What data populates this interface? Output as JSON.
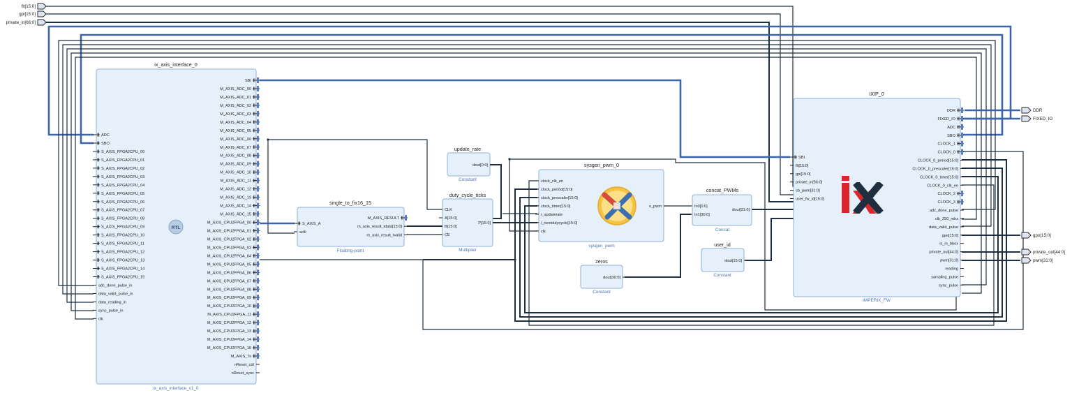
{
  "ext_inputs": [
    "flt[15:0]",
    "gpi[15:0]",
    "private_in[66:0]"
  ],
  "ext_outputs": [
    "DDR",
    "FIXED_IO",
    "gpo[15:0]",
    "private_out[44:0]",
    "pwm[31:0]"
  ],
  "blocks": {
    "axis_iface": {
      "title": "ix_axis_interface_0",
      "subtitle": "ix_axis_interface_v1_0",
      "logo": "RTL",
      "left_ports": [
        "ADC",
        "SBO",
        "S_AXIS_FPGA2CPU_00",
        "S_AXIS_FPGA2CPU_01",
        "S_AXIS_FPGA2CPU_02",
        "S_AXIS_FPGA2CPU_03",
        "S_AXIS_FPGA2CPU_04",
        "S_AXIS_FPGA2CPU_05",
        "S_AXIS_FPGA2CPU_06",
        "S_AXIS_FPGA2CPU_07",
        "S_AXIS_FPGA2CPU_08",
        "S_AXIS_FPGA2CPU_09",
        "S_AXIS_FPGA2CPU_10",
        "S_AXIS_FPGA2CPU_11",
        "S_AXIS_FPGA2CPU_12",
        "S_AXIS_FPGA2CPU_13",
        "S_AXIS_FPGA2CPU_14",
        "S_AXIS_FPGA2CPU_15",
        "adc_done_pulse_in",
        "data_valid_pulse_in",
        "data_reading_in",
        "sync_pulse_in",
        "clk"
      ],
      "right_ports": [
        "SBI",
        "M_AXIS_ADC_00",
        "M_AXIS_ADC_01",
        "M_AXIS_ADC_02",
        "M_AXIS_ADC_03",
        "M_AXIS_ADC_04",
        "M_AXIS_ADC_05",
        "M_AXIS_ADC_06",
        "M_AXIS_ADC_07",
        "M_AXIS_ADC_08",
        "M_AXIS_ADC_09",
        "M_AXIS_ADC_10",
        "M_AXIS_ADC_11",
        "M_AXIS_ADC_12",
        "M_AXIS_ADC_13",
        "M_AXIS_ADC_14",
        "M_AXIS_ADC_15",
        "M_AXIS_CPU2FPGA_00",
        "M_AXIS_CPU2FPGA_01",
        "M_AXIS_CPU2FPGA_02",
        "M_AXIS_CPU2FPGA_03",
        "M_AXIS_CPU2FPGA_04",
        "M_AXIS_CPU2FPGA_05",
        "M_AXIS_CPU2FPGA_06",
        "M_AXIS_CPU2FPGA_07",
        "M_AXIS_CPU2FPGA_08",
        "M_AXIS_CPU2FPGA_09",
        "M_AXIS_CPU2FPGA_10",
        "M_AXIS_CPU2FPGA_11",
        "M_AXIS_CPU2FPGA_12",
        "M_AXIS_CPU2FPGA_13",
        "M_AXIS_CPU2FPGA_14",
        "M_AXIS_CPU2FPGA_15",
        "M_AXIS_Ts",
        "nReset_ctrl",
        "nReset_sync"
      ]
    },
    "s2f": {
      "title": "single_to_fix16_15",
      "subtitle": "Floating-point",
      "left_ports": [
        "S_AXIS_A",
        "aclk"
      ],
      "right_ports": [
        "M_AXIS_RESULT",
        "m_axis_result_tdata[15:0]",
        "m_axis_result_tvalid"
      ]
    },
    "update_rate": {
      "title": "update_rate",
      "subtitle": "Constant",
      "right_ports": [
        "dout[0:0]"
      ]
    },
    "duty": {
      "title": "duty_cycle_ticks",
      "subtitle": "Multiplier",
      "left_ports": [
        "CLK",
        "A[15:0]",
        "B[15:0]",
        "CE"
      ],
      "right_ports": [
        "P[15:0]"
      ]
    },
    "sysgen": {
      "title": "sysgen_pwm_0",
      "subtitle": "sysgen_pwm",
      "left_ports": [
        "clock_clk_en",
        "clock_period[15:0]",
        "clock_prescaler[15:0]",
        "clock_timer[15:0]",
        "i_updaterate",
        "i_nextdutycycle[15:0]",
        "clk"
      ],
      "right_ports": [
        "o_pwm"
      ]
    },
    "zeros": {
      "title": "zeros",
      "subtitle": "Constant",
      "right_ports": [
        "dout[30:0]"
      ]
    },
    "concat": {
      "title": "concat_PWMs",
      "subtitle": "Concat",
      "left_ports": [
        "In0[0:0]",
        "In1[30:0]"
      ],
      "right_ports": [
        "dout[31:0]"
      ]
    },
    "user_id": {
      "title": "user_id",
      "subtitle": "Constant",
      "right_ports": [
        "dout[15:0]"
      ]
    },
    "ixip": {
      "title": "IXIP_0",
      "subtitle": "IMPERIX_FW",
      "logo": "ix",
      "left_ports": [
        "SBI",
        "flt[15:0]",
        "gpi[15:0]",
        "private_in[66:0]",
        "sb_pwm[31:0]",
        "user_fw_id[15:0]"
      ],
      "right_ports": [
        "DDR",
        "FIXED_IO",
        "ADC",
        "SBO",
        "CLOCK_1",
        "CLOCK_0",
        "CLOCK_0_period[15:0]",
        "CLOCK_0_prescaler[15:0]",
        "CLOCK_0_timer[15:0]",
        "CLOCK_0_clk_en",
        "CLOCK_2",
        "CLOCK_3",
        "adc_done_pulse",
        "clk_250_mhz",
        "data_valid_pulse",
        "gpo[15:0]",
        "is_in_bbox",
        "private_out[44:0]",
        "pwm[31:0]",
        "reading",
        "sampling_pulse",
        "sync_pulse"
      ]
    }
  },
  "colors": {
    "block_fill": "#e6f0fb",
    "block_stroke": "#8fb0d4",
    "bus": "#3c64a8",
    "wire": "#1f2f3f",
    "subtitle": "#4a74b0",
    "logo_red": "#d8262c"
  }
}
